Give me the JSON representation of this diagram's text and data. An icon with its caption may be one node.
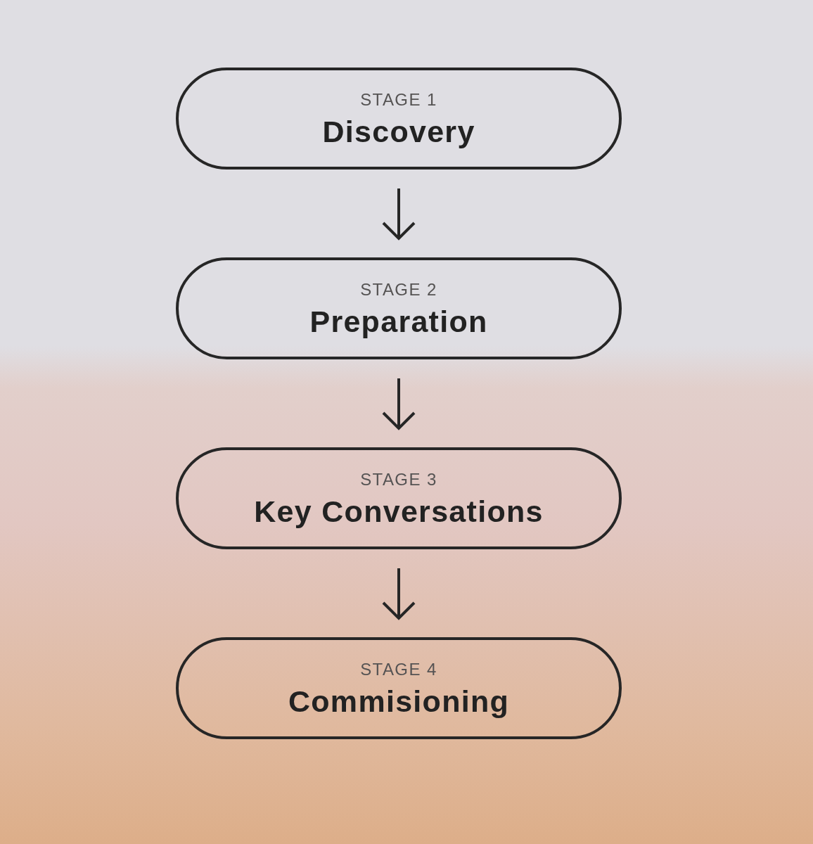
{
  "diagram": {
    "nodes": [
      {
        "text": [
          "STAGE 1",
          "Discovery"
        ]
      },
      {
        "text": [
          "STAGE 2",
          "Preparation"
        ]
      },
      {
        "text": [
          "STAGE 3",
          "Key Conversations"
        ]
      },
      {
        "text": [
          "STAGE 4",
          "Commisioning"
        ]
      }
    ],
    "edges": [
      {
        "from": 0,
        "to": 1,
        "arrow": "to"
      },
      {
        "from": 1,
        "to": 2,
        "arrow": "to"
      },
      {
        "from": 2,
        "to": 3,
        "arrow": "to"
      }
    ]
  }
}
